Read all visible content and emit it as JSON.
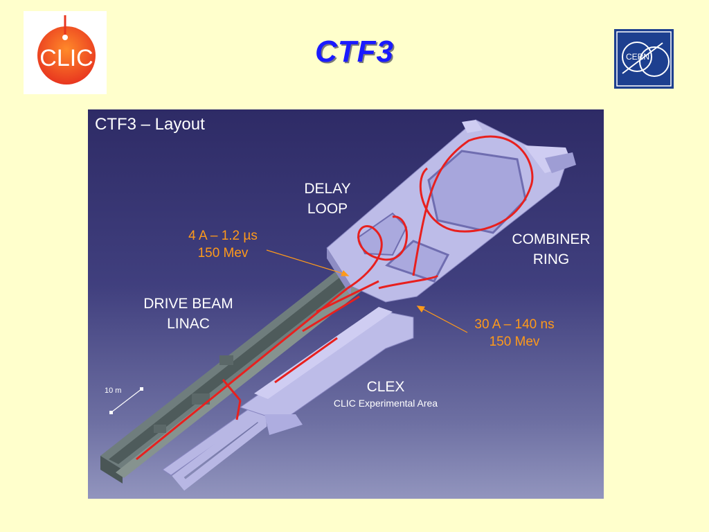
{
  "header": {
    "title": "CTF3",
    "logo_left_text": "CLIC",
    "logo_right_text": "CERN"
  },
  "diagram": {
    "panel_title": "CTF3 – Layout",
    "labels": {
      "delay_loop_line1": "DELAY",
      "delay_loop_line2": "LOOP",
      "combiner_ring_line1": "COMBINER",
      "combiner_ring_line2": "RING",
      "drive_beam_line1": "DRIVE BEAM",
      "drive_beam_line2": "LINAC",
      "clex_title": "CLEX",
      "clex_subtitle": "CLIC Experimental Area",
      "scale_label": "10 m",
      "beam1_line1": "4 A – 1.2 µs",
      "beam1_line2": "150 Mev",
      "beam2_line1": "30 A – 140 ns",
      "beam2_line2": "150 Mev"
    }
  },
  "colors": {
    "background": "#ffffcc",
    "title": "#1a1aff",
    "beam_line": "#e8201e",
    "annotation": "#ff9a1a",
    "building": "#b9b8e6"
  }
}
